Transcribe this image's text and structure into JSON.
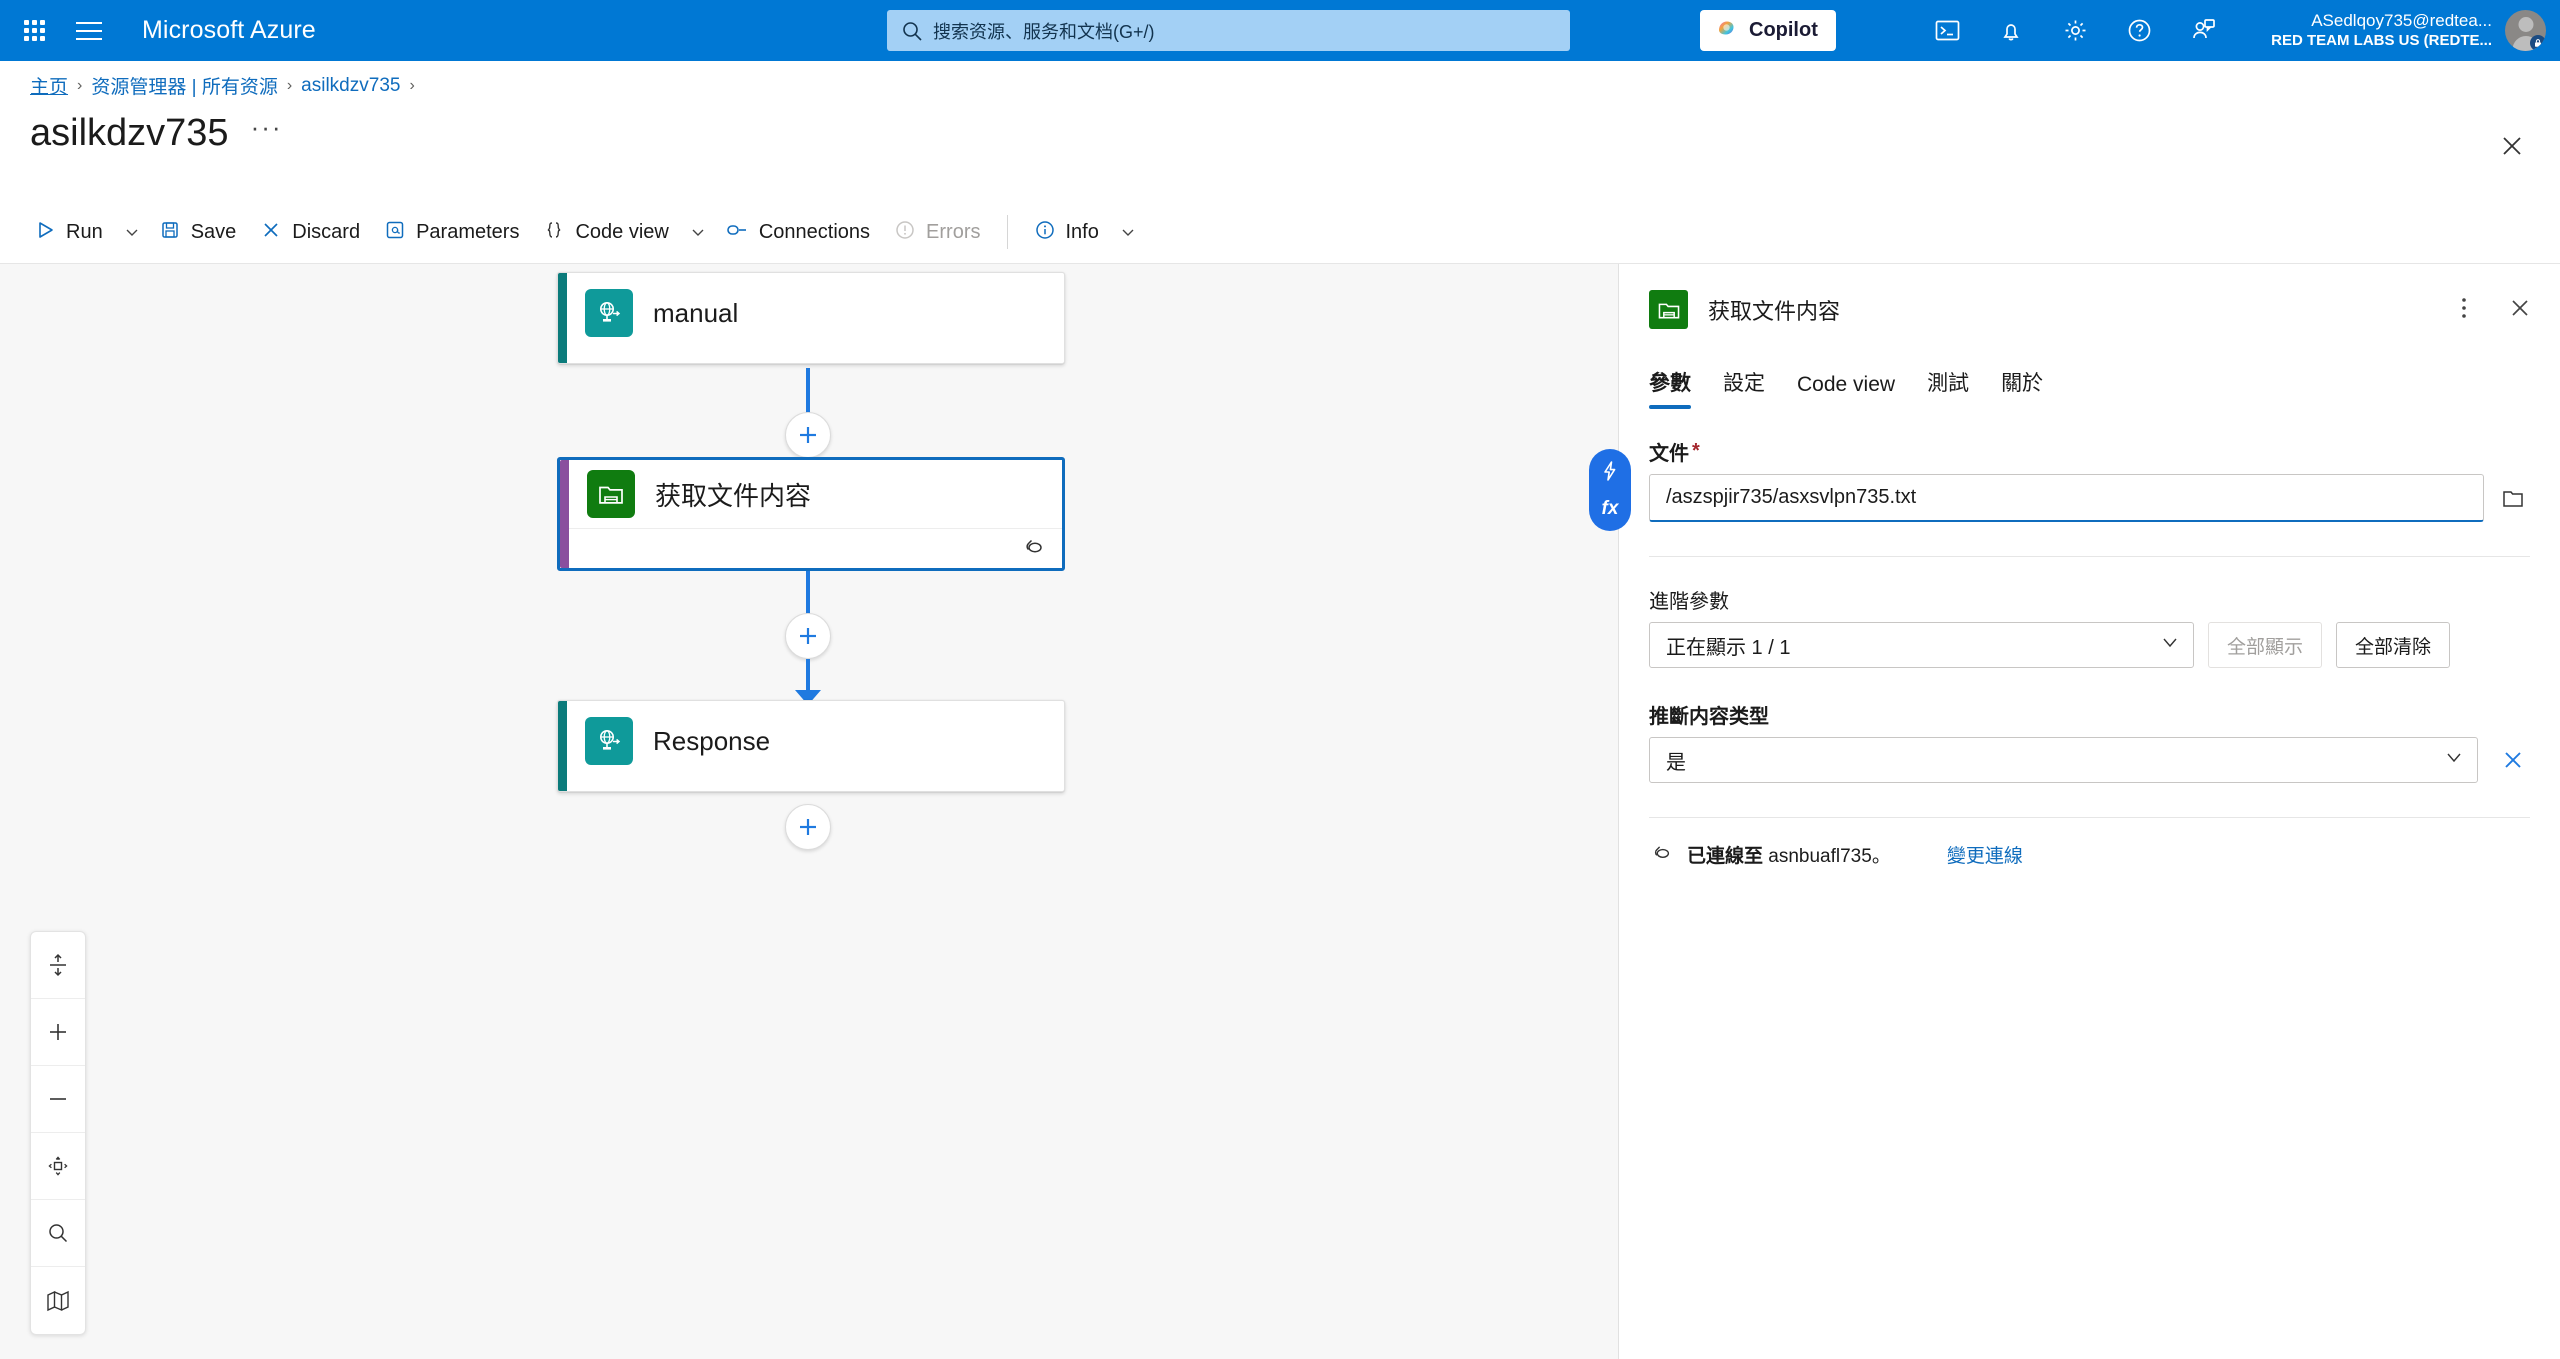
{
  "topbar": {
    "waffle_icon": "app-launcher-icon",
    "menu_icon": "hamburger-menu-icon",
    "brand": "Microsoft Azure",
    "search": {
      "placeholder": "搜索资源、服务和文档(G+/)",
      "icon": "search-icon"
    },
    "copilot": {
      "label": "Copilot",
      "icon": "copilot-icon"
    },
    "icons": [
      "cloud-shell-icon",
      "notifications-bell-icon",
      "settings-gear-icon",
      "help-question-icon",
      "feedback-smiley-icon"
    ],
    "account": {
      "upn": "ASedlqoy735@redtea...",
      "tenant": "RED TEAM LABS US (REDTE...",
      "avatar": "user-avatar",
      "badge": "lock-icon"
    },
    "accent_color": "#0078d4"
  },
  "breadcrumb": {
    "items": [
      "主页",
      "资源管理器 | 所有资源",
      "asilkdzv735"
    ],
    "separator": "›"
  },
  "page": {
    "title": "asilkdzv735",
    "ellipsis": "···",
    "close_icon": "close-icon"
  },
  "toolbar": {
    "items": [
      {
        "label": "Run",
        "icon": "play-icon",
        "caret": true,
        "disabled": false
      },
      {
        "label": "Save",
        "icon": "save-disk-icon",
        "caret": false,
        "disabled": false
      },
      {
        "label": "Discard",
        "icon": "x-icon",
        "caret": false,
        "disabled": false
      },
      {
        "label": "Parameters",
        "icon": "at-parameters-icon",
        "caret": false,
        "disabled": false
      },
      {
        "label": "Code view",
        "icon": "curly-braces-icon",
        "caret": true,
        "disabled": false
      },
      {
        "label": "Connections",
        "icon": "link-chain-icon",
        "caret": false,
        "disabled": false
      },
      {
        "label": "Errors",
        "icon": "warning-circle-icon",
        "caret": false,
        "disabled": true
      },
      {
        "label": "Info",
        "icon": "info-circle-icon",
        "caret": true,
        "disabled": false
      }
    ]
  },
  "canvas": {
    "background": "#f7f7f7",
    "tools": [
      {
        "name": "fit-to-screen-icon"
      },
      {
        "name": "zoom-in-icon"
      },
      {
        "name": "zoom-out-icon"
      },
      {
        "name": "pan-recenter-icon"
      },
      {
        "name": "search-icon"
      },
      {
        "name": "minimap-icon"
      }
    ],
    "nodes": [
      {
        "title": "manual",
        "icon": "request-trigger-icon",
        "icon_bg": "#0f9a9a",
        "accent": "#0b7b7b",
        "selected": false,
        "has_footer": false
      },
      {
        "title": "获取文件内容",
        "icon": "file-folder-icon",
        "icon_bg": "#107c10",
        "accent": "#8a4f9e",
        "selected": true,
        "has_footer": true,
        "footer_icon": "connection-link-icon"
      },
      {
        "title": "Response",
        "icon": "request-trigger-icon",
        "icon_bg": "#0f9a9a",
        "accent": "#0b7b7b",
        "selected": false,
        "has_footer": false
      }
    ],
    "add_buttons": 3,
    "connector_color": "#1f7ae0"
  },
  "panel": {
    "icon": "file-folder-icon",
    "icon_bg": "#107c10",
    "title": "获取文件内容",
    "more_icon": "more-vertical-icon",
    "close_icon": "close-icon",
    "tabs": [
      {
        "label": "參數",
        "active": true
      },
      {
        "label": "設定",
        "active": false
      },
      {
        "label": "Code view",
        "active": false
      },
      {
        "label": "測試",
        "active": false
      },
      {
        "label": "關於",
        "active": false
      }
    ],
    "dynamic_pill": {
      "lightning": "lightning-bolt-icon",
      "fx": "fx"
    },
    "file_field": {
      "label": "文件",
      "required_mark": "*",
      "value": "/aszspjir735/asxsvlpn735.txt",
      "browse_icon": "folder-browse-icon"
    },
    "advanced": {
      "label": "進階參數",
      "select_value": "正在顯示 1 / 1",
      "chevron": "chevron-down-icon",
      "show_all_label": "全部顯示",
      "show_all_disabled": true,
      "clear_all_label": "全部清除"
    },
    "infer_content_type": {
      "label": "推斷内容类型",
      "value": "是",
      "chevron": "chevron-down-icon",
      "clear_icon": "close-icon"
    },
    "connection": {
      "icon": "connection-link-icon",
      "prefix": "已連線至",
      "name": "asnbuafl735",
      "suffix": "。",
      "change_label": "變更連線"
    }
  }
}
